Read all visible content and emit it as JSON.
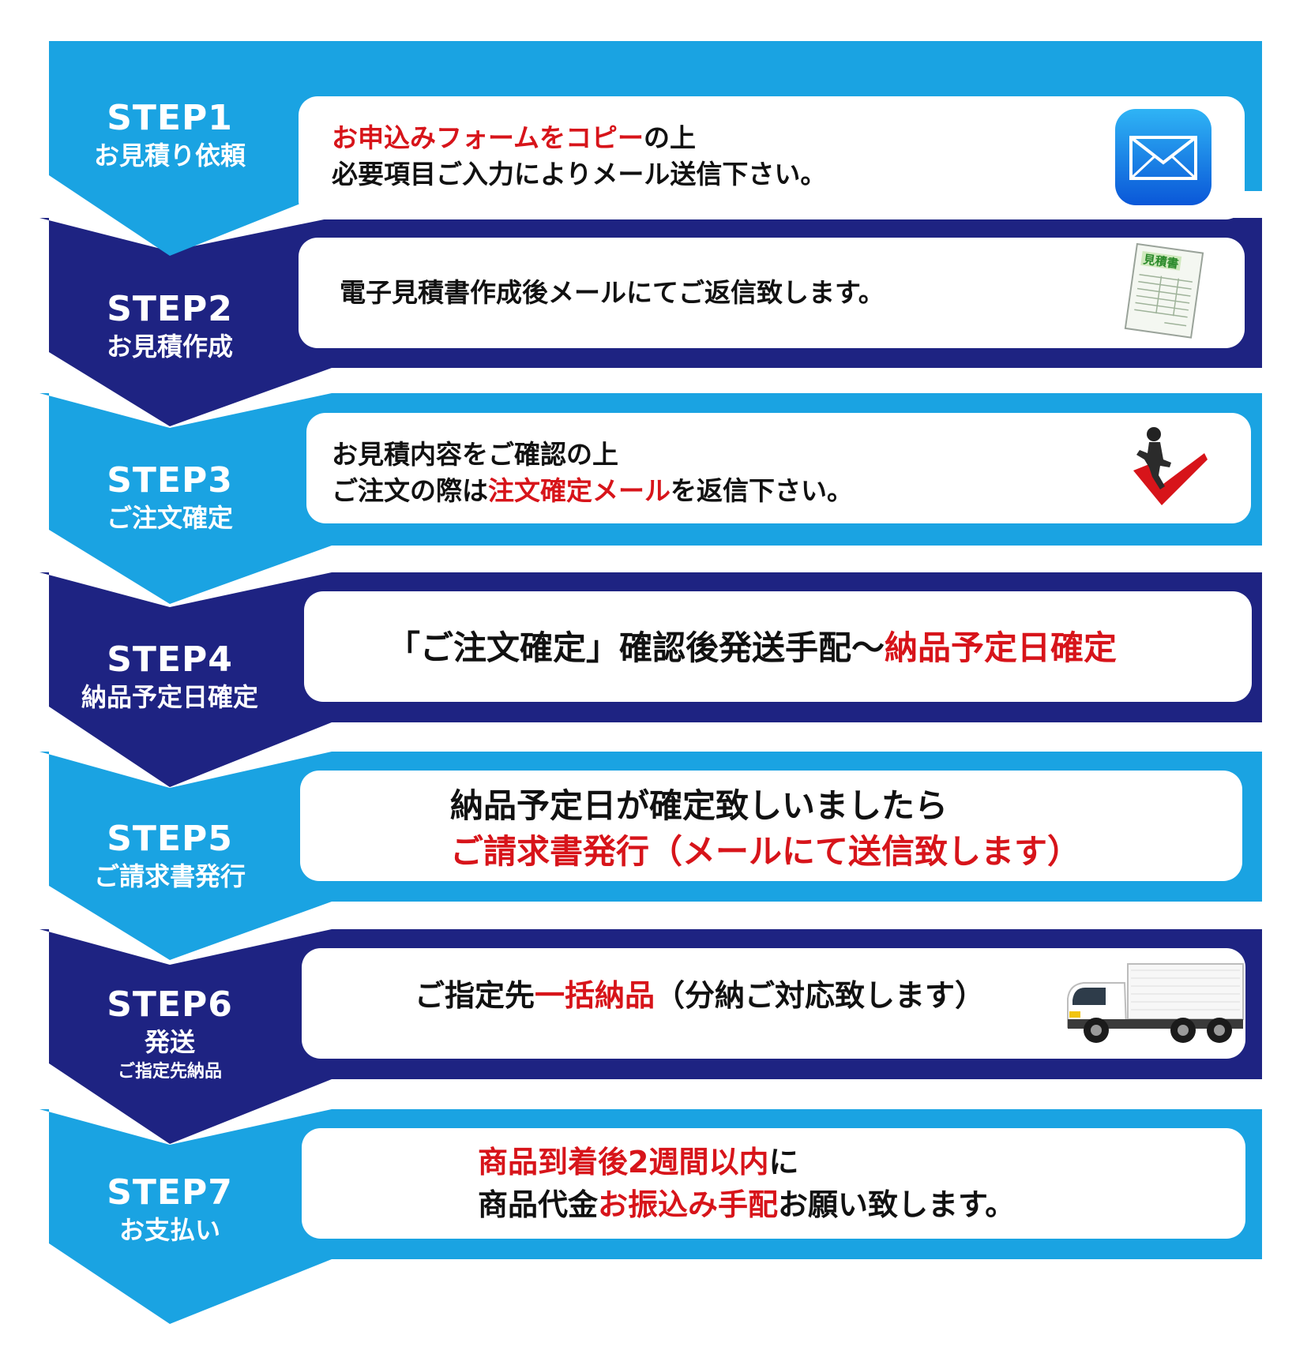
{
  "colors": {
    "light": "#1aa3e2",
    "dark": "#1e2382",
    "red": "#d7141a"
  },
  "steps": [
    {
      "num": "STEP1",
      "title": "お見積り依頼",
      "theme": "light",
      "lines": [
        [
          {
            "t": "お申込みフォームをコピー",
            "red": true
          },
          {
            "t": "の上",
            "red": false
          }
        ],
        [
          {
            "t": "必要項目ご入力によりメール送信下さい。",
            "red": false
          }
        ]
      ],
      "icon": "mail-icon"
    },
    {
      "num": "STEP2",
      "title": "お見積作成",
      "theme": "dark",
      "lines": [
        [
          {
            "t": "電子見積書作成後メールにてご返信致します。",
            "red": false
          }
        ]
      ],
      "icon": "estimate-document-icon",
      "icon_label": "見積書"
    },
    {
      "num": "STEP3",
      "title": "ご注文確定",
      "theme": "light",
      "lines": [
        [
          {
            "t": "お見積内容をご確認の上",
            "red": false
          }
        ],
        [
          {
            "t": "ご注文の際は",
            "red": false
          },
          {
            "t": "注文確定メール",
            "red": true
          },
          {
            "t": "を返信下さい。",
            "red": false
          }
        ]
      ],
      "icon": "checkmark-person-icon"
    },
    {
      "num": "STEP4",
      "title": "納品予定日確定",
      "theme": "dark",
      "lines": [
        [
          {
            "t": "「ご注文確定」確認後発送手配～",
            "red": false
          },
          {
            "t": "納品予定日確定",
            "red": true
          }
        ]
      ],
      "icon": ""
    },
    {
      "num": "STEP5",
      "title": "ご請求書発行",
      "theme": "light",
      "lines": [
        [
          {
            "t": "納品予定日が確定致しいましたら",
            "red": false
          }
        ],
        [
          {
            "t": "ご請求書発行（メールにて送信致します）",
            "red": true
          }
        ]
      ],
      "icon": ""
    },
    {
      "num": "STEP6",
      "title": "発送",
      "subtitle": "ご指定先納品",
      "theme": "dark",
      "lines": [
        [
          {
            "t": "ご指定先",
            "red": false
          },
          {
            "t": "一括納品",
            "red": true
          },
          {
            "t": "（分納ご対応致します）",
            "red": false
          }
        ]
      ],
      "icon": "delivery-truck-icon"
    },
    {
      "num": "STEP7",
      "title": "お支払い",
      "theme": "light",
      "lines": [
        [
          {
            "t": "商品到着後2週間以内",
            "red": true
          },
          {
            "t": "に",
            "red": false
          }
        ],
        [
          {
            "t": "商品代金",
            "red": false
          },
          {
            "t": "お振込み手配",
            "red": true
          },
          {
            "t": "お願い致します。",
            "red": false
          }
        ]
      ],
      "icon": ""
    }
  ]
}
